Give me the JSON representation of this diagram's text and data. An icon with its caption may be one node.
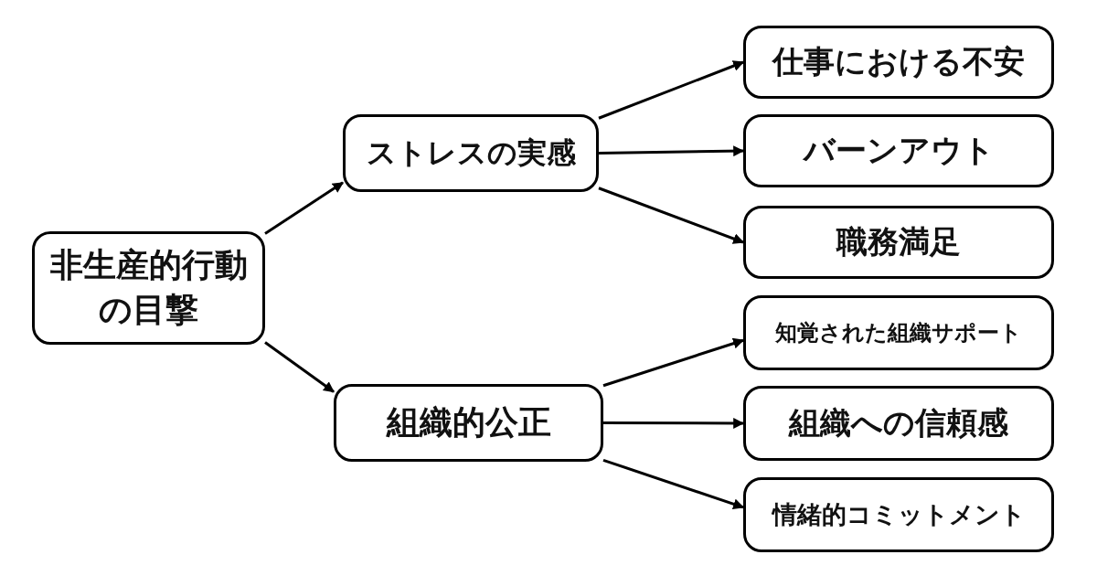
{
  "diagram": {
    "nodes": [
      {
        "text": [
          "非生産的行動の目撃"
        ]
      },
      {
        "text": [
          "ストレスの実感"
        ]
      },
      {
        "text": [
          "組織的公正"
        ]
      },
      {
        "text": [
          "仕事における不安"
        ]
      },
      {
        "text": [
          "バーンアウト"
        ]
      },
      {
        "text": [
          "職務満足"
        ]
      },
      {
        "text": [
          "知覚された組織サポート"
        ]
      },
      {
        "text": [
          "組織への信頼感"
        ]
      },
      {
        "text": [
          "情緒的コミットメント"
        ]
      }
    ],
    "edges": [
      {
        "from": 0,
        "to": 1,
        "arrow": "to"
      },
      {
        "from": 0,
        "to": 2,
        "arrow": "to"
      },
      {
        "from": 1,
        "to": 3,
        "arrow": "to"
      },
      {
        "from": 1,
        "to": 4,
        "arrow": "to"
      },
      {
        "from": 1,
        "to": 5,
        "arrow": "to"
      },
      {
        "from": 2,
        "to": 6,
        "arrow": "to"
      },
      {
        "from": 2,
        "to": 7,
        "arrow": "to"
      },
      {
        "from": 2,
        "to": 8,
        "arrow": "to"
      }
    ]
  }
}
